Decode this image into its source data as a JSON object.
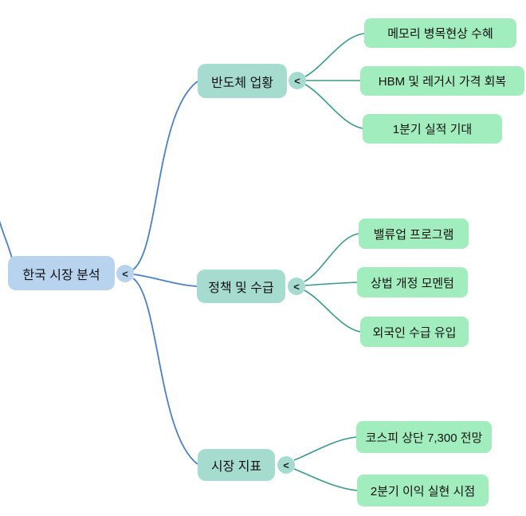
{
  "mindmap": {
    "collapse_glyph": "<",
    "root": {
      "label": "한국 시장 분석"
    },
    "branches": [
      {
        "label": "반도체 업황",
        "children": [
          {
            "label": "메모리 병목현상 수혜"
          },
          {
            "label": "HBM 및 레거시 가격 회복"
          },
          {
            "label": "1분기 실적 기대"
          }
        ]
      },
      {
        "label": "정책 및 수급",
        "children": [
          {
            "label": "밸류업 프로그램"
          },
          {
            "label": "상법 개정 모멘텀"
          },
          {
            "label": "외국인 수급 유입"
          }
        ]
      },
      {
        "label": "시장 지표",
        "children": [
          {
            "label": "코스피 상단 7,300 전망"
          },
          {
            "label": "2분기 이익 실현 시점"
          }
        ]
      }
    ],
    "colors": {
      "canvas_bg": "#ffffff",
      "root_fill": "#b7d3ee",
      "branch_fill": "#a6dcd0",
      "leaf_fill": "#a1edbe",
      "root_edge": "#4a80c8",
      "branch_edge": "#369b8c"
    }
  }
}
